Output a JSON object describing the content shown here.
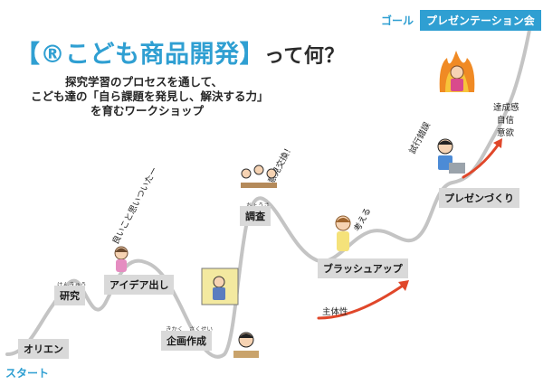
{
  "title": {
    "main": "【®こども商品開発】",
    "suffix": "って何？"
  },
  "description": [
    "探究学習のプロセスを通して、",
    "こども達の「自ら課題を発見し、解決する力」",
    "を育むワークショップ"
  ],
  "start_label": "スタート",
  "goal_label": "ゴール",
  "goal_stage": "プレゼンテーション会",
  "stages": {
    "orientation": "オリエン",
    "research": "研究",
    "research_ruby": "けんきゅう",
    "idea": "アイデア出し",
    "planning": "企画作成",
    "planning_ruby": "きかく　さくせい",
    "survey": "調査",
    "survey_ruby": "ちょうさ",
    "brushup": "ブラッシュアップ",
    "presentation": "プレゼンづくり"
  },
  "notes": {
    "idea_thought": "良いこと思いついたー",
    "opinion_exchange": "意見交換！",
    "think": "考える",
    "trial_error": "試行錯誤",
    "independence": "主体性",
    "goal_words": [
      "達成感",
      "自信",
      "意欲"
    ]
  },
  "colors": {
    "accent_blue": "#2f9fd2",
    "arrow_red": "#e0472a",
    "stage_gray": "#d9d9d9",
    "path_gray": "#c4c4c4"
  }
}
